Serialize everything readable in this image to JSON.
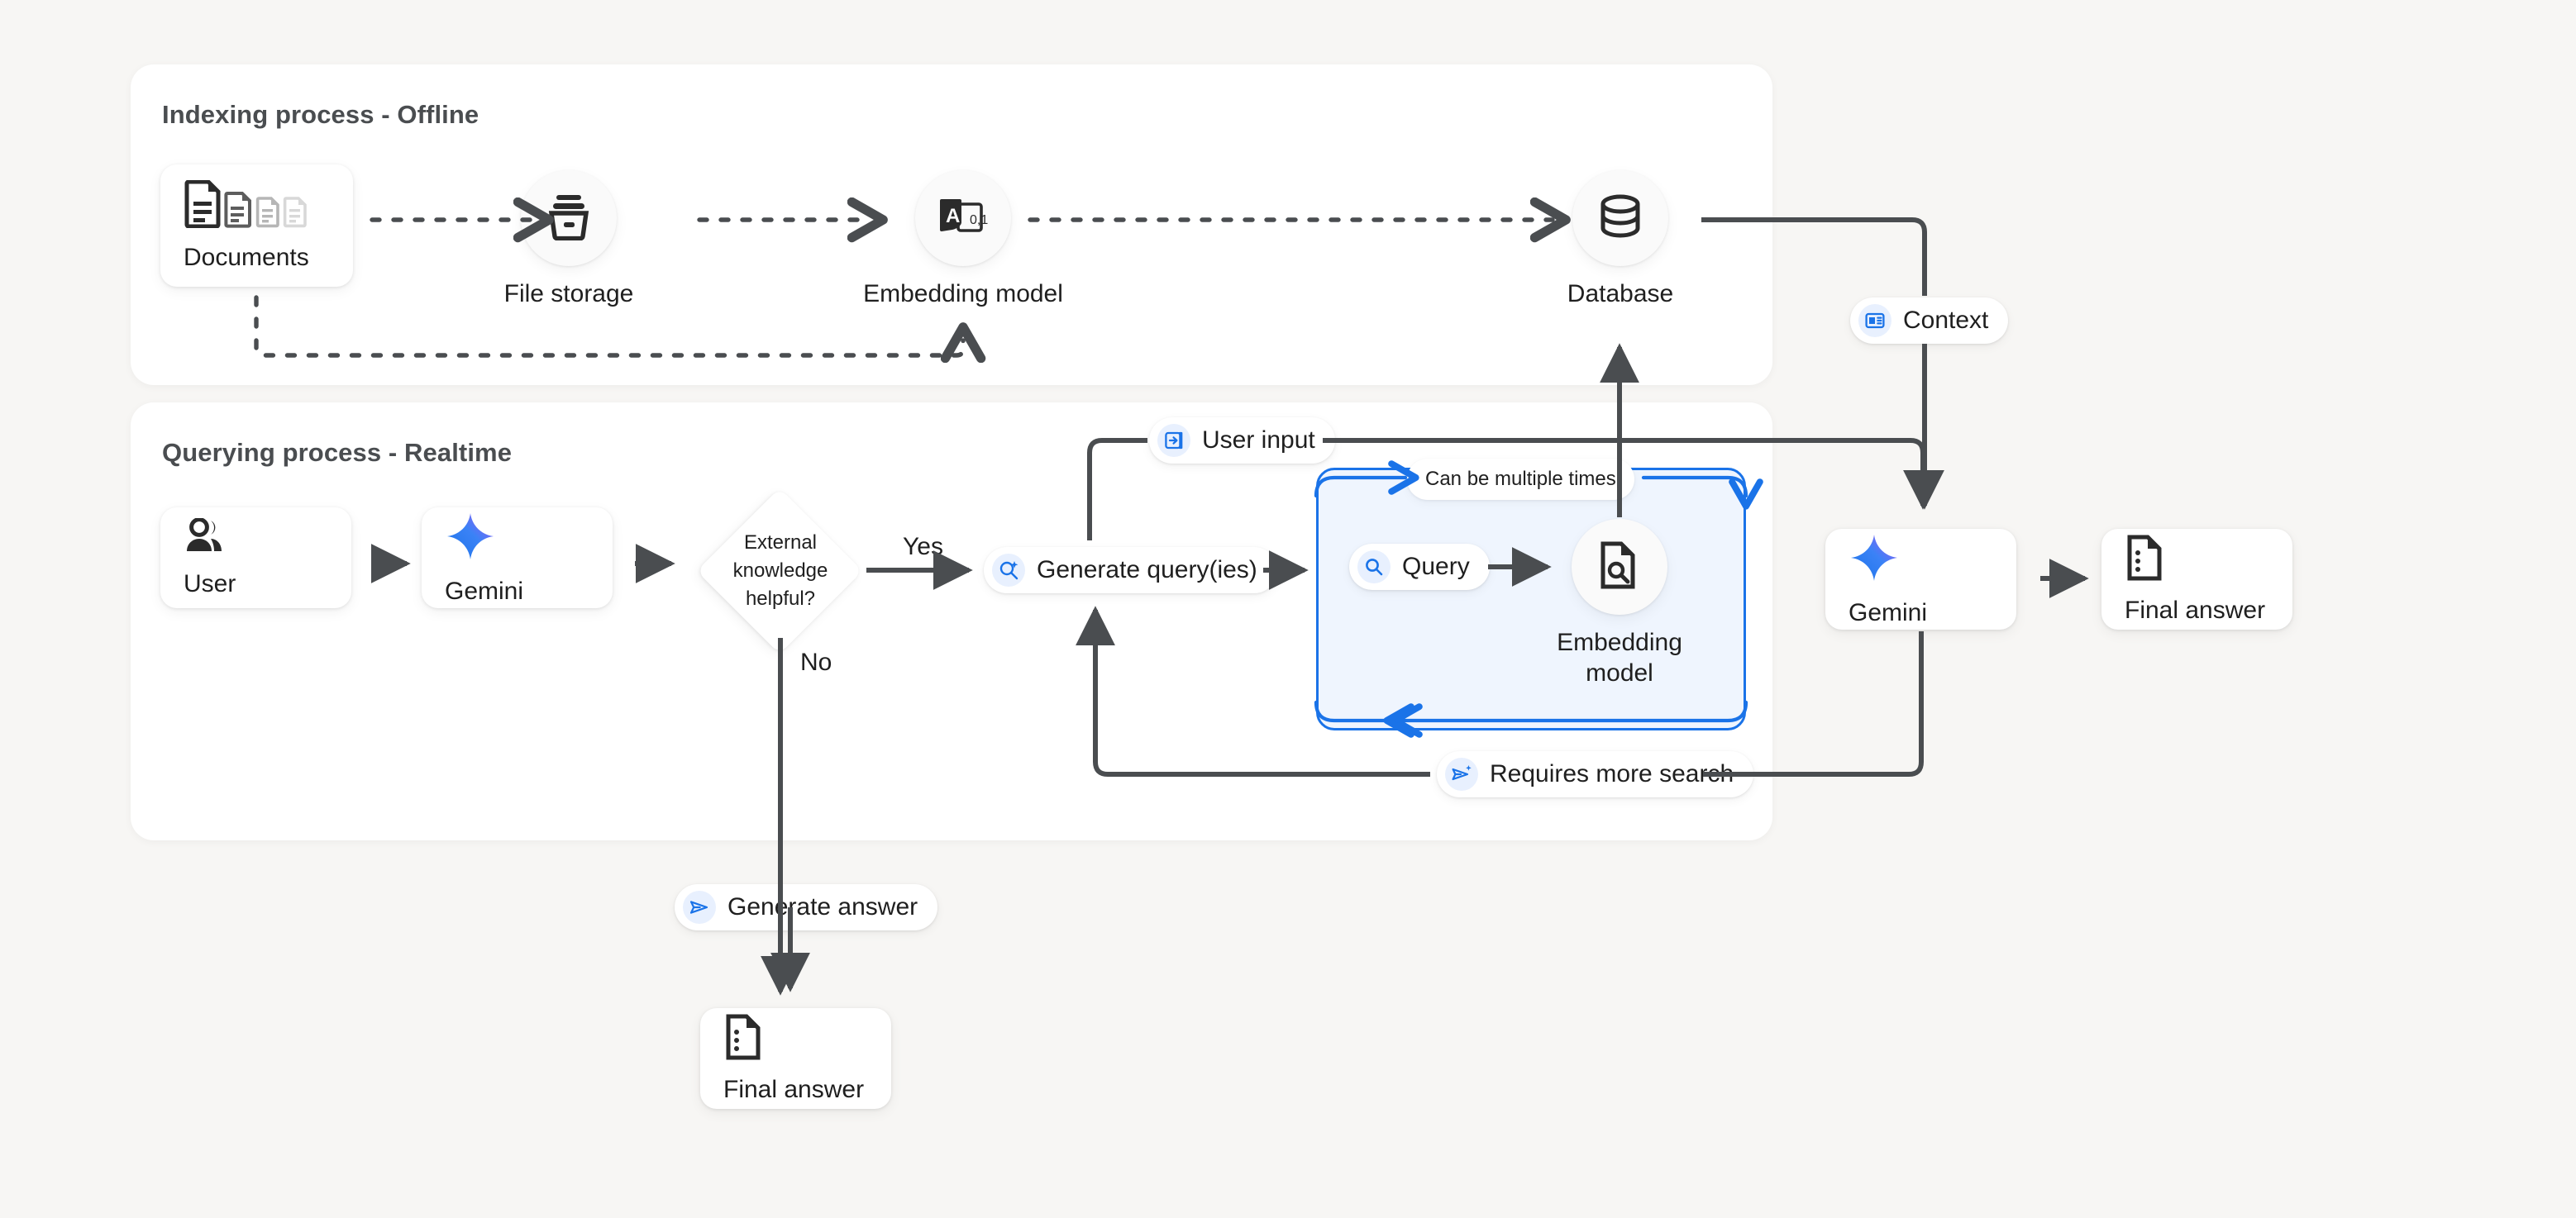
{
  "background_color": "#f7f6f4",
  "accent_blue": "#1a73e8",
  "retrieval_box_fill": "#eff5fe",
  "panels": {
    "indexing": {
      "title": "Indexing process - Offline"
    },
    "querying": {
      "title": "Querying process - Realtime"
    }
  },
  "indexing": {
    "documents": {
      "label": "Documents",
      "icon": "documents-icon"
    },
    "file_storage": {
      "label": "File storage",
      "icon": "archive-box-icon"
    },
    "embedding_model": {
      "label": "Embedding model",
      "icon": "text-to-vector-icon",
      "icon_text": "A",
      "icon_sub": "0,1"
    },
    "database": {
      "label": "Database",
      "icon": "database-icon"
    }
  },
  "querying": {
    "user": {
      "label": "User",
      "icon": "users-icon"
    },
    "gemini": {
      "label": "Gemini",
      "icon": "gemini-sparkle-icon"
    },
    "decision": {
      "label": "External knowledge helpful?",
      "line1": "External",
      "line2": "knowledge",
      "line3": "helpful?"
    },
    "yes_label": "Yes",
    "no_label": "No",
    "generate_queries": {
      "label": "Generate query(ies)",
      "icon": "search-sparkle-icon"
    },
    "query_pill": {
      "label": "Query",
      "icon": "search-icon"
    },
    "retrieval_embedding_model": {
      "label_line1": "Embedding",
      "label_line2": "model",
      "icon": "document-search-icon"
    },
    "loop_label": "Can be multiple times",
    "requires_more_search": {
      "label": "Requires more search",
      "icon": "send-sparkle-icon"
    },
    "user_input": {
      "label": "User input",
      "icon": "input-arrow-icon"
    },
    "context": {
      "label": "Context",
      "icon": "context-panel-icon"
    },
    "gemini_final": {
      "label": "Gemini",
      "icon": "gemini-sparkle-icon"
    },
    "final_answer_right": {
      "label": "Final answer",
      "icon": "answer-document-icon"
    },
    "generate_answer": {
      "label": "Generate answer",
      "icon": "send-icon"
    },
    "final_answer_bottom": {
      "label": "Final answer",
      "icon": "answer-document-icon"
    }
  }
}
